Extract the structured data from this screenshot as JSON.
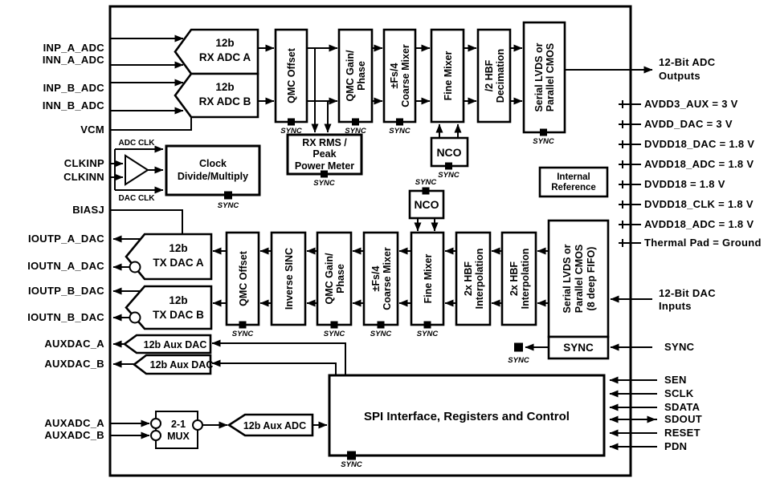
{
  "colors": {
    "ink": "#000000",
    "bg": "#ffffff"
  },
  "labels": {
    "sync": "SYNC",
    "adc_clk": "ADC CLK",
    "dac_clk": "DAC CLK"
  },
  "pins_left": {
    "inp_a_adc": "INP_A_ADC",
    "inn_a_adc": "INN_A_ADC",
    "inp_b_adc": "INP_B_ADC",
    "inn_b_adc": "INN_B_ADC",
    "vcm": "VCM",
    "clkinp": "CLKINP",
    "clkinn": "CLKINN",
    "biasj": "BIASJ",
    "ioutp_a_dac": "IOUTP_A_DAC",
    "ioutn_a_dac": "IOUTN_A_DAC",
    "ioutp_b_dac": "IOUTP_B_DAC",
    "ioutn_b_dac": "IOUTN_B_DAC",
    "auxdac_a": "AUXDAC_A",
    "auxdac_b": "AUXDAC_B",
    "auxadc_a": "AUXADC_A",
    "auxadc_b": "AUXADC_B"
  },
  "pins_right": {
    "adc_outputs_l1": "12-Bit ADC",
    "adc_outputs_l2": "Outputs",
    "supplies": [
      "AVDD3_AUX = 3 V",
      "AVDD_DAC = 3 V",
      "DVDD18_DAC = 1.8 V",
      "AVDD18_ADC = 1.8 V",
      "DVDD18 = 1.8 V",
      "DVDD18_CLK = 1.8 V",
      "AVDD18_ADC = 1.8 V",
      "Thermal Pad = Ground"
    ],
    "dac_inputs_l1": "12-Bit DAC",
    "dac_inputs_l2": "Inputs",
    "sync": "SYNC",
    "sen": "SEN",
    "sclk": "SCLK",
    "sdata": "SDATA",
    "sdout": "SDOUT",
    "reset": "RESET",
    "pdn": "PDN"
  },
  "blocks": {
    "rx_adc_a_l1": "12b",
    "rx_adc_a_l2": "RX ADC A",
    "rx_adc_b_l1": "12b",
    "rx_adc_b_l2": "RX ADC B",
    "qmc_offset": "QMC Offset",
    "qmc_gain_l1": "QMC Gain/",
    "qmc_gain_l2": "Phase",
    "coarse_mixer_l1": "±Fs/4",
    "coarse_mixer_l2": "Coarse Mixer",
    "fine_mixer": "Fine Mixer",
    "hbf_decim_l1": "/2 HBF",
    "hbf_decim_l2": "Decimation",
    "serial_rx_l1": "Serial LVDS or",
    "serial_rx_l2": "Parallel CMOS",
    "serial_tx_l1": "Serial LVDS or",
    "serial_tx_l2": "Parallel CMOS",
    "serial_tx_l3": "(8 deep FIFO)",
    "rms_l1": "RX RMS /",
    "rms_l2": "Peak",
    "rms_l3": "Power Meter",
    "nco": "NCO",
    "clock_l1": "Clock",
    "clock_l2": "Divide/Multiply",
    "internal_ref_l1": "Internal",
    "internal_ref_l2": "Reference",
    "inverse_sinc": "Inverse SINC",
    "hbf_interp_l1": "2x HBF",
    "hbf_interp_l2": "Interpolation",
    "tx_dac_a_l1": "12b",
    "tx_dac_a_l2": "TX DAC A",
    "tx_dac_b_l1": "12b",
    "tx_dac_b_l2": "TX DAC B",
    "aux_dac": "12b Aux DAC",
    "aux_adc": "12b Aux ADC",
    "mux_l1": "2-1",
    "mux_l2": "MUX",
    "spi": "SPI Interface, Registers and Control",
    "sync_block": "SYNC"
  }
}
